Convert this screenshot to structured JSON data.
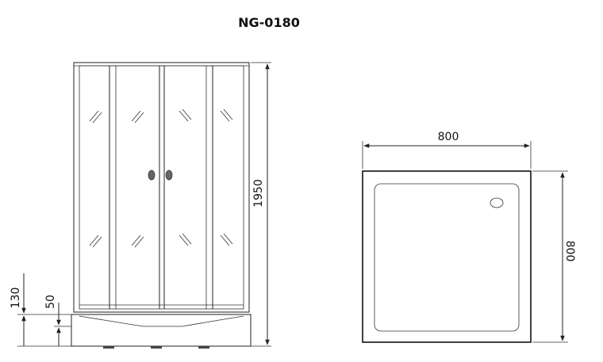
{
  "title": "NG-0180",
  "front_view": {
    "height_label": "1950",
    "tray_height_label": "130",
    "base_height_label": "50"
  },
  "top_view": {
    "width_label": "800",
    "depth_label": "800"
  }
}
